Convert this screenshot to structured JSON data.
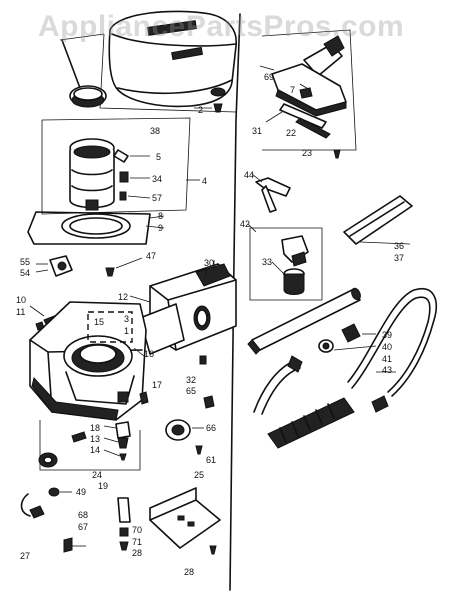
{
  "watermark": "AppliancePartsPros.com",
  "part_labels": {
    "p2": "2",
    "p38": "38",
    "p5": "5",
    "p34": "34",
    "p4": "4",
    "p57": "57",
    "p8": "8",
    "p9": "9",
    "p47": "47",
    "p55": "55",
    "p54": "54",
    "p30": "30",
    "p12": "12",
    "p10": "10",
    "p11": "11",
    "p15": "15",
    "p3": "3",
    "p1": "1",
    "p16": "16",
    "p32": "32",
    "p65": "65",
    "p17": "17",
    "p18": "18",
    "p13": "13",
    "p14": "14",
    "p66": "66",
    "p61": "61",
    "p24": "24",
    "p19": "19",
    "p49": "49",
    "p25": "25",
    "p27": "27",
    "p68": "68",
    "p67": "67",
    "p70": "70",
    "p71": "71",
    "p28a": "28",
    "p28b": "28",
    "p69": "69",
    "p7": "7",
    "p31": "31",
    "p22": "22",
    "p23": "23",
    "p44": "44",
    "p42": "42",
    "p33": "33",
    "p36": "36",
    "p37": "37",
    "p39": "39",
    "p40": "40",
    "p41": "41",
    "p43": "43"
  }
}
